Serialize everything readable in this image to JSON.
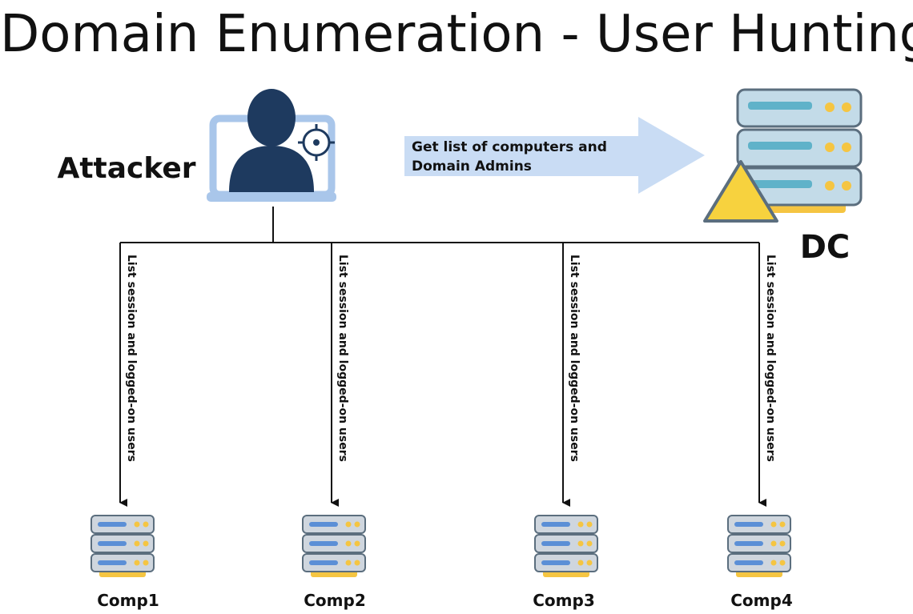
{
  "title": "Domain Enumeration - User Hunting",
  "attacker": {
    "label": "Attacker"
  },
  "dc": {
    "label": "DC"
  },
  "dc_arrow": {
    "line1": "Get list of computers and",
    "line2": "Domain Admins"
  },
  "branch_label": "List session and logged-on users",
  "computers": [
    {
      "label": "Comp1"
    },
    {
      "label": "Comp2"
    },
    {
      "label": "Comp3"
    },
    {
      "label": "Comp4"
    }
  ],
  "colors": {
    "arrow_fill": "#c9dcf4",
    "laptop_frame": "#a9c6ea",
    "person": "#1e3a5f",
    "server_body": "#cfd6de",
    "server_accent": "#5b8fd6",
    "server_light": "#f5c542",
    "dc_server": "#c3dbe8",
    "dc_bar": "#5fb2c9",
    "warning": "#f7d23e",
    "line": "#111111"
  }
}
